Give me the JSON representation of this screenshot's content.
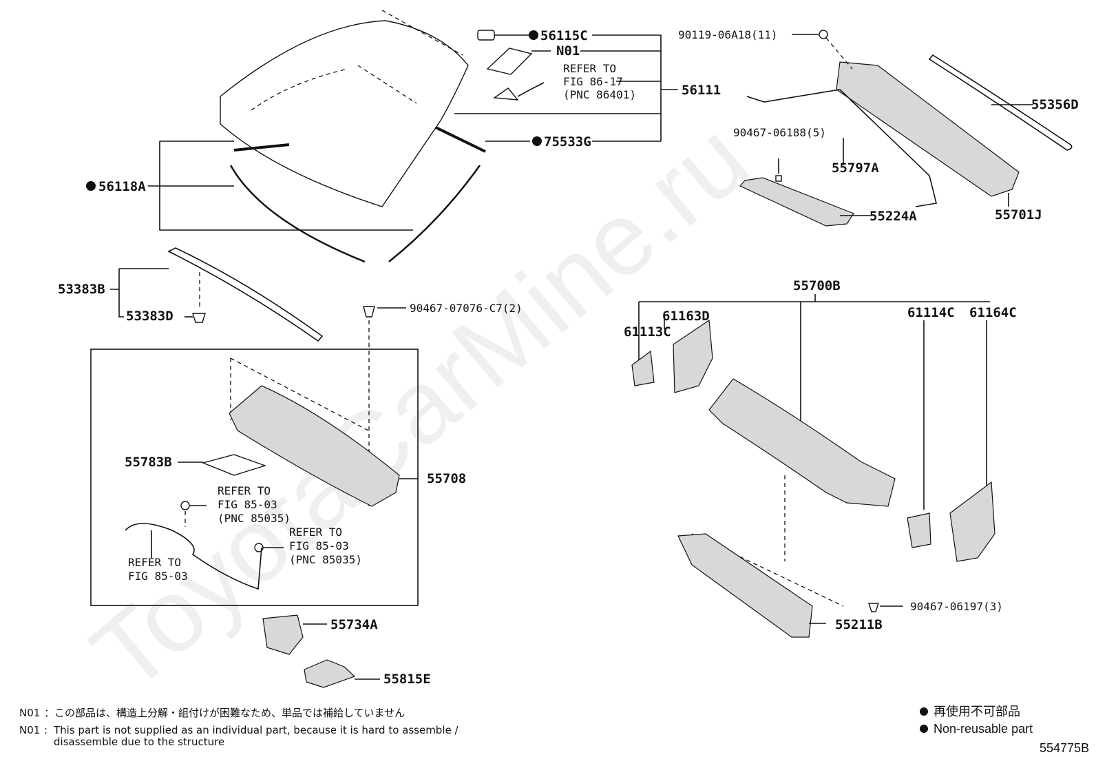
{
  "watermark": "ToyotaCarMine.ru",
  "diagram_id": "554775B",
  "labels": {
    "p56115C": "56115C",
    "pN01": "N01",
    "refer86": [
      "REFER TO",
      "FIG 86-17",
      "(PNC 86401)"
    ],
    "p56111": "56111",
    "p75533G": "75533G",
    "p56118A": "56118A",
    "p90119": "90119-06A18(11)",
    "p55356D": "55356D",
    "p90467_06188": "90467-06188(5)",
    "p55797A": "55797A",
    "p55224A": "55224A",
    "p55701J": "55701J",
    "p53383B": "53383B",
    "p53383D": "53383D",
    "p90467_07076": "90467-07076-C7(2)",
    "p55700B": "55700B",
    "p61163D": "61163D",
    "p61113C": "61113C",
    "p61114C": "61114C",
    "p61164C": "61164C",
    "p55783B": "55783B",
    "refer85a": [
      "REFER TO",
      "FIG 85-03",
      "(PNC 85035)"
    ],
    "p55708": "55708",
    "refer85b": [
      "REFER TO",
      "FIG 85-03",
      "(PNC 85035)"
    ],
    "refer85c": [
      "REFER TO",
      "FIG 85-03"
    ],
    "p90467_06197": "90467-06197(3)",
    "p55211B": "55211B",
    "p55734A": "55734A",
    "p55815E": "55815E"
  },
  "footnotes": {
    "n01_key": "N01",
    "jp": "：この部品は、構造上分解・組付けが困難なため、単品では補給していません",
    "en_line1": "This part is not supplied as an individual part, because it is hard to assemble /",
    "en_line2": "disassemble due to the structure"
  },
  "legend": {
    "jp": "再使用不可部品",
    "en": "Non-reusable part"
  },
  "colors": {
    "line": "#111111",
    "watermark": "#efefef"
  }
}
